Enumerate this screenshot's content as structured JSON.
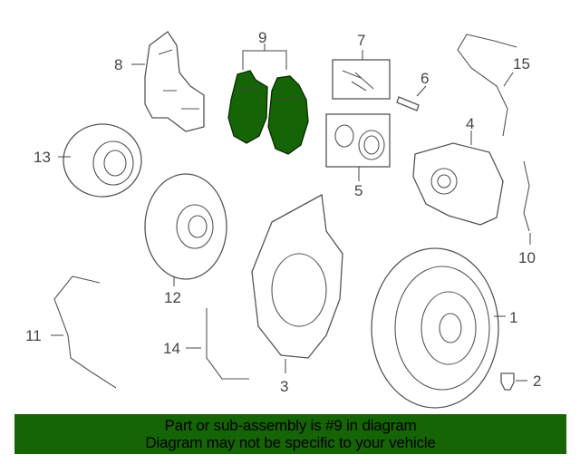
{
  "callouts": {
    "c1": "1",
    "c2": "2",
    "c3": "3",
    "c4": "4",
    "c5": "5",
    "c6": "6",
    "c7": "7",
    "c8": "8",
    "c9": "9",
    "c10": "10",
    "c11": "11",
    "c12": "12",
    "c13": "13",
    "c14": "14",
    "c15": "15"
  },
  "highlight_color": "#156405",
  "banner": {
    "line1": "Part or sub-assembly is #9 in diagram",
    "line2": "Diagram may not be specific to your vehicle"
  }
}
